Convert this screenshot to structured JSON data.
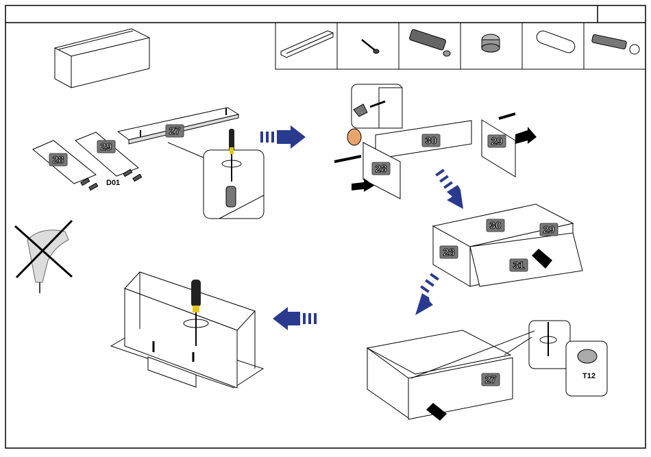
{
  "header": {
    "title": "",
    "step": ""
  },
  "hardware": [
    {
      "icon": "metal-rail-icon"
    },
    {
      "icon": "screw-icon"
    },
    {
      "icon": "dowel-anchor-icon"
    },
    {
      "icon": "cam-lock-icon"
    },
    {
      "icon": "wooden-dowel-icon"
    },
    {
      "icon": "cam-bolt-icon"
    }
  ],
  "parts": {
    "p27": "27",
    "p28": "28",
    "p29": "29",
    "p30": "30",
    "p31": "31",
    "p28b": "28",
    "p29b": "29",
    "p30b": "30",
    "p28c": "28",
    "p29c": "29",
    "p27b": "27"
  },
  "hardware_labels": {
    "d01": "D01",
    "t12": "T12"
  },
  "colors": {
    "arrow_blue": "#2a3a8f",
    "label_bg": "#777777",
    "line": "#000000"
  }
}
